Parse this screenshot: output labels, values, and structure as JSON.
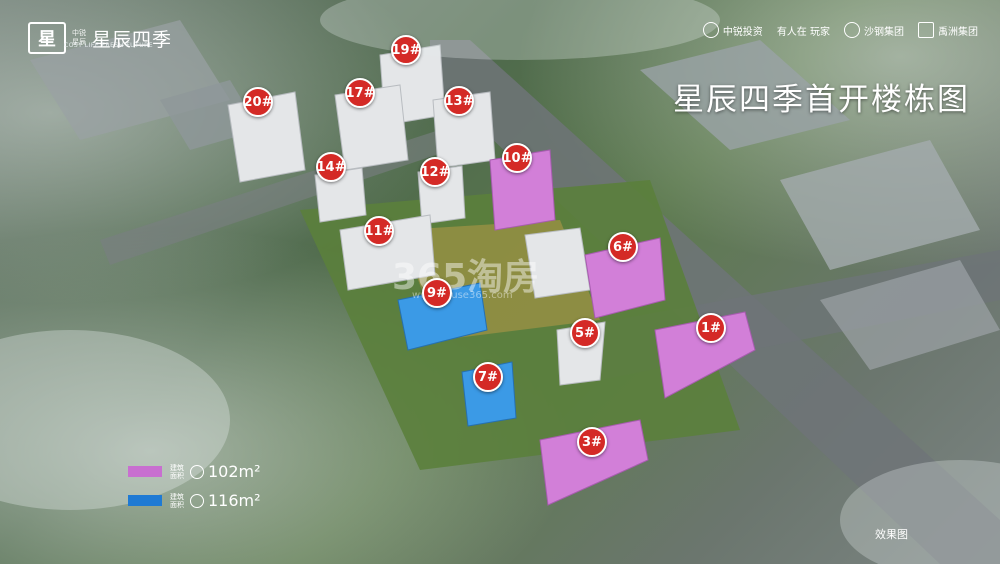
{
  "brand": {
    "mark": "星",
    "sub_line1": "中锐",
    "sub_line2": "星辰",
    "name": "星辰四季",
    "tagline": "COSY LIFE FRESH FUTURE"
  },
  "partners": [
    {
      "icon": "circle-logo-icon",
      "label": "中锐投资"
    },
    {
      "icon": "",
      "label": "有人在 玩家"
    },
    {
      "icon": "circle-logo-icon",
      "label": "沙钢集团"
    },
    {
      "icon": "square-logo-icon",
      "label": "禹洲集团"
    }
  ],
  "title": "星辰四季首开楼栋图",
  "buildings": [
    "19#",
    "20#",
    "17#",
    "13#",
    "14#",
    "12#",
    "10#",
    "11#",
    "6#",
    "9#",
    "5#",
    "1#",
    "7#",
    "3#"
  ],
  "watermark": {
    "main": "365淘房",
    "sub": "www.house365.com"
  },
  "legend": [
    {
      "color": "#c86fd0",
      "label_line1": "建筑",
      "label_line2": "面积",
      "area": "102m²"
    },
    {
      "color": "#1f7ad4",
      "label_line1": "建筑",
      "label_line2": "面积",
      "area": "116m²"
    }
  ],
  "render_note": "效果图",
  "colors": {
    "pink_building": "#d27fd8",
    "blue_building": "#3b9ae6",
    "marker": "#d42a26",
    "white_building": "#e4e6e8"
  }
}
